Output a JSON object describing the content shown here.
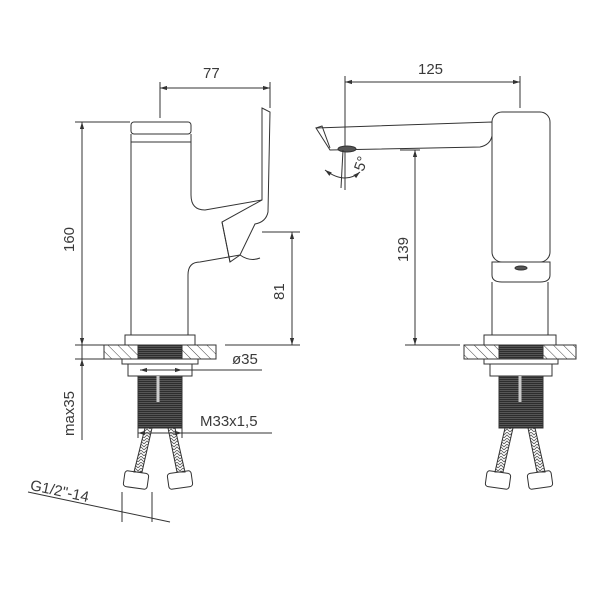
{
  "drawing": {
    "type": "technical drawing - single lever basin faucet",
    "side_view": {
      "width_handle": "77",
      "total_height": "160",
      "lever_height": "81",
      "base_diameter": "ø35",
      "max_countertop": "max35",
      "thread": "M33x1,5",
      "hose_connection": "G1/2\"-14"
    },
    "front_view": {
      "spout_reach": "125",
      "spout_height": "139",
      "spout_angle": "5°"
    },
    "line_color": "#3a3a3a"
  }
}
